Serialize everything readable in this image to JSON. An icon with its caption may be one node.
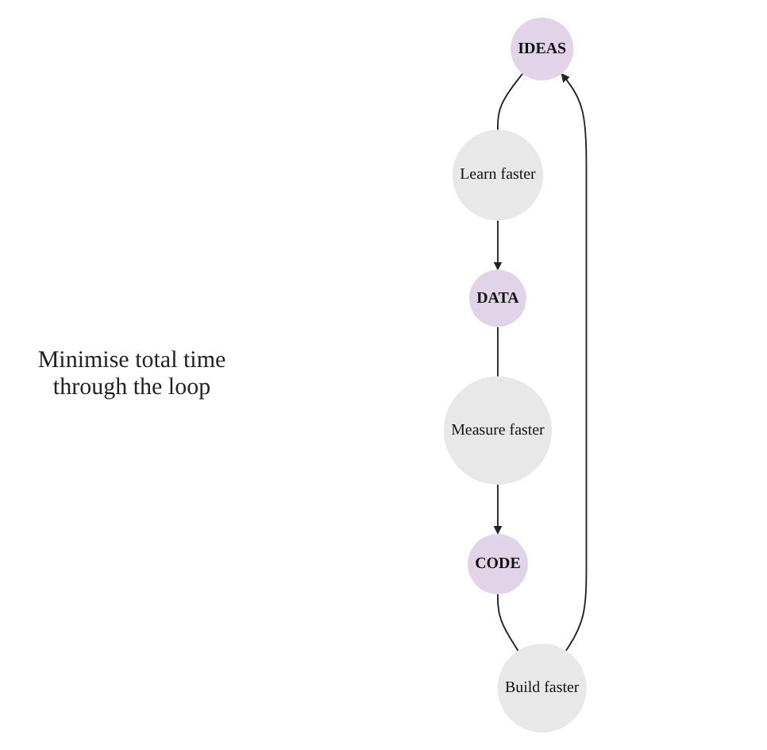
{
  "diagram": {
    "nodes": [
      {
        "text": [
          "IDEAS"
        ]
      },
      {
        "text": [
          "Build faster"
        ]
      },
      {
        "text": [
          "CODE"
        ]
      },
      {
        "text": [
          "Measure faster"
        ]
      },
      {
        "text": [
          "DATA"
        ]
      },
      {
        "text": [
          "Learn faster"
        ]
      }
    ],
    "edges": [
      {
        "from": 0,
        "to": 5,
        "arrow": "none"
      },
      {
        "from": 5,
        "to": 4,
        "arrow": "to"
      },
      {
        "from": 4,
        "to": 3,
        "arrow": "none"
      },
      {
        "from": 3,
        "to": 2,
        "arrow": "to"
      },
      {
        "from": 2,
        "to": 1,
        "arrow": "none"
      },
      {
        "from": 1,
        "to": 0,
        "arrow": "to"
      }
    ],
    "labels": [
      "Minimise total time through the loop"
    ]
  }
}
